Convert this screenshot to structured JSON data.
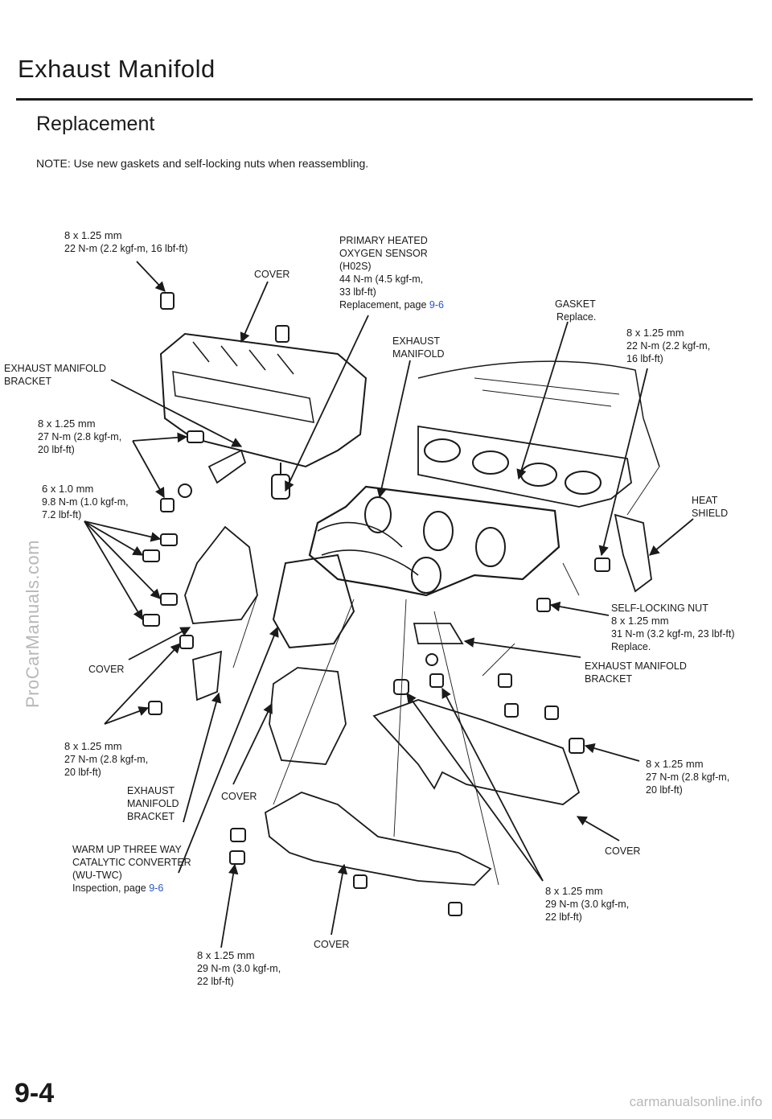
{
  "header": {
    "title": "Exhaust Manifold",
    "subtitle": "Replacement",
    "note": "NOTE:  Use new gaskets and self-locking nuts when reassembling."
  },
  "labels": {
    "bolt_top_left": {
      "size": "8 x 1.25 mm",
      "torque": "22 N-m (2.2 kgf-m, 16 lbf-ft)"
    },
    "cover_top": "COVER",
    "primary_sensor": {
      "l1": "PRIMARY HEATED",
      "l2": "OXYGEN SENSOR",
      "l3": "(H02S)",
      "l4": "44 N-m (4.5 kgf-m,",
      "l5": "33 lbf-ft)",
      "l6": "Replacement, page",
      "link": "9-6"
    },
    "gasket": {
      "l1": "GASKET",
      "l2": "Replace."
    },
    "bolt_top_right": {
      "l1": "8 x 1.25 mm",
      "l2": "22 N-m (2.2 kgf-m,",
      "l3": "16 lbf-ft)"
    },
    "exhaust_manifold": {
      "l1": "EXHAUST",
      "l2": "MANIFOLD"
    },
    "bracket_left": {
      "l1": "EXHAUST MANIFOLD",
      "l2": "BRACKET"
    },
    "bolt_left_1": {
      "l1": "8 x 1.25 mm",
      "l2": "27 N-m (2.8 kgf-m,",
      "l3": "20 lbf-ft)"
    },
    "bolt_left_2": {
      "l1": "6 x 1.0 mm",
      "l2": "9.8 N-m (1.0 kgf-m,",
      "l3": "7.2 lbf-ft)"
    },
    "heat_shield": {
      "l1": "HEAT",
      "l2": "SHIELD"
    },
    "self_locking_nut": {
      "l1": "SELF-LOCKING  NUT",
      "l2": "8 x 1.25 mm",
      "l3": "31 N-m (3.2 kgf-m, 23 lbf-ft)",
      "l4": "Replace."
    },
    "cover_left": "COVER",
    "bracket_right": {
      "l1": "EXHAUST MANIFOLD",
      "l2": "BRACKET"
    },
    "bolt_left_3": {
      "l1": "8 x 1.25 mm",
      "l2": "27 N-m (2.8 kgf-m,",
      "l3": "20 lbf-ft)"
    },
    "bracket_lower": {
      "l1": "EXHAUST",
      "l2": "MANIFOLD",
      "l3": "BRACKET"
    },
    "cover_mid": "COVER",
    "bolt_right_1": {
      "l1": "8 x 1.25 mm",
      "l2": "27 N-m (2.8 kgf-m,",
      "l3": "20 lbf-ft)"
    },
    "converter": {
      "l1": "WARM UP THREE WAY",
      "l2": "CATALYTIC CONVERTER",
      "l3": "(WU-TWC)",
      "l4": "Inspection, page",
      "link": "9-6"
    },
    "cover_right": "COVER",
    "bolt_right_2": {
      "l1": "8 x 1.25 mm",
      "l2": "29 N-m (3.0 kgf-m,",
      "l3": "22 lbf-ft)"
    },
    "cover_bottom": "COVER",
    "bolt_bottom": {
      "l1": "8 x 1.25 mm",
      "l2": "29 N-m (3.0 kgf-m,",
      "l3": "22 lbf-ft)"
    }
  },
  "footer": {
    "page_number": "9-4",
    "watermark": "ProCarManuals.com",
    "site": "carmanualsonline.info"
  }
}
